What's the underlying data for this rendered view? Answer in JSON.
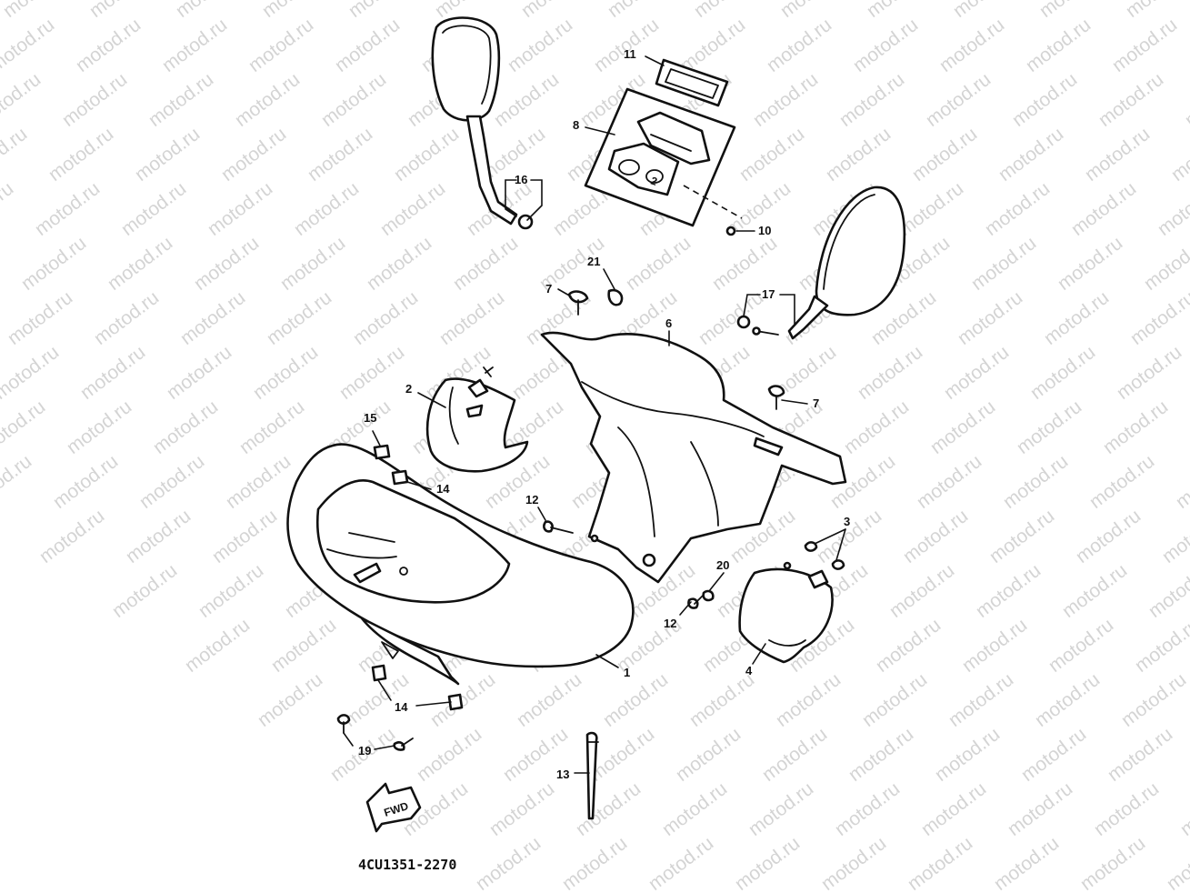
{
  "watermark": "motod.ru",
  "part_numbers": {
    "p1": "1",
    "p2": "2",
    "p3": "3",
    "p4": "4",
    "p6": "6",
    "p7a": "7",
    "p7b": "7",
    "p8": "8",
    "p10": "10",
    "p11": "11",
    "p12a": "12",
    "p12b": "12",
    "p13": "13",
    "p14a": "14",
    "p14b": "14",
    "p15": "15",
    "p16": "16",
    "p17": "17",
    "p19": "19",
    "p20": "20",
    "p21": "21"
  },
  "fwd_label": "FWD",
  "indicator_digit": "2",
  "diagram_code": "4CU1351-2270"
}
